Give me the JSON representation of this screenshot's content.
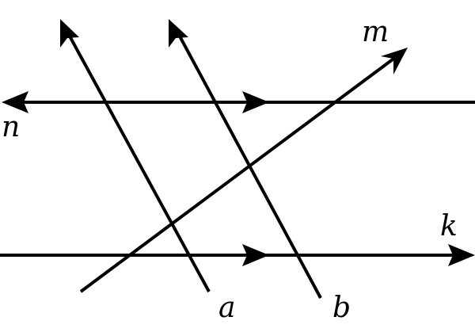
{
  "lines": [
    {
      "id": "n",
      "label": "n",
      "color": "#000000"
    },
    {
      "id": "k",
      "label": "k",
      "color": "#000000"
    },
    {
      "id": "m",
      "label": "m",
      "color": "#000000"
    },
    {
      "id": "a",
      "label": "a",
      "color": "#000000"
    },
    {
      "id": "b",
      "label": "b",
      "color": "#000000"
    }
  ],
  "marks": {
    "parallel_arrow_pair": [
      "n",
      "k"
    ]
  }
}
